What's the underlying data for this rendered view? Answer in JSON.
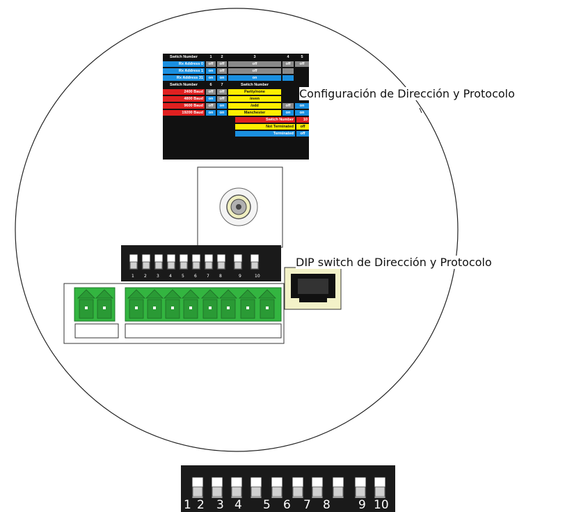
{
  "labels": {
    "config": "Configuración de Dirección y Protocolo",
    "dip": "DIP switch de Dirección y Protocolo"
  },
  "table": {
    "top_header": {
      "title": "Switch Number",
      "cols": [
        "1",
        "2",
        "3",
        "4",
        "5"
      ]
    },
    "address_rows": [
      {
        "label": "Rx Address  0",
        "values": [
          "off",
          "off",
          "off",
          "off",
          "off"
        ]
      },
      {
        "label": "Rx Address  1",
        "values": [
          "on",
          "off",
          "off",
          ""
        ]
      },
      {
        "label": "Rx Address 31",
        "values": [
          "on",
          "on",
          "on",
          ""
        ]
      }
    ],
    "mid_header": {
      "title": "Switch Number",
      "cols": [
        "6",
        "7"
      ],
      "title2": "Switch Number"
    },
    "baud_rows": [
      {
        "label": "2400  Baud",
        "v6": "off",
        "v7": "off",
        "proto": "Parity/none"
      },
      {
        "label": "4800  Baud",
        "v6": "on",
        "v7": "off",
        "proto": "/even"
      },
      {
        "label": "9600  Baud",
        "v6": "off",
        "v7": "on",
        "proto": "/odd",
        "v9": "off",
        "v10": "on"
      },
      {
        "label": "19200 Baud",
        "v6": "on",
        "v7": "on",
        "proto": "Manchester",
        "v9": "on",
        "v10": "on"
      }
    ],
    "term_header": {
      "title": "Switch Number",
      "col": "10"
    },
    "term_rows": [
      {
        "label": "Not Terminated",
        "value": "off"
      },
      {
        "label": "Terminated",
        "value": "off"
      }
    ]
  },
  "dip_numbers": [
    "1",
    "2",
    "3",
    "4",
    "5",
    "6",
    "7",
    "8",
    "9",
    "10"
  ],
  "colors": {
    "blue": "#1a8fe0",
    "red": "#e02020",
    "yellow": "#ffee00",
    "connector_green": "#33b540",
    "dip_body": "#1a1a1a"
  }
}
